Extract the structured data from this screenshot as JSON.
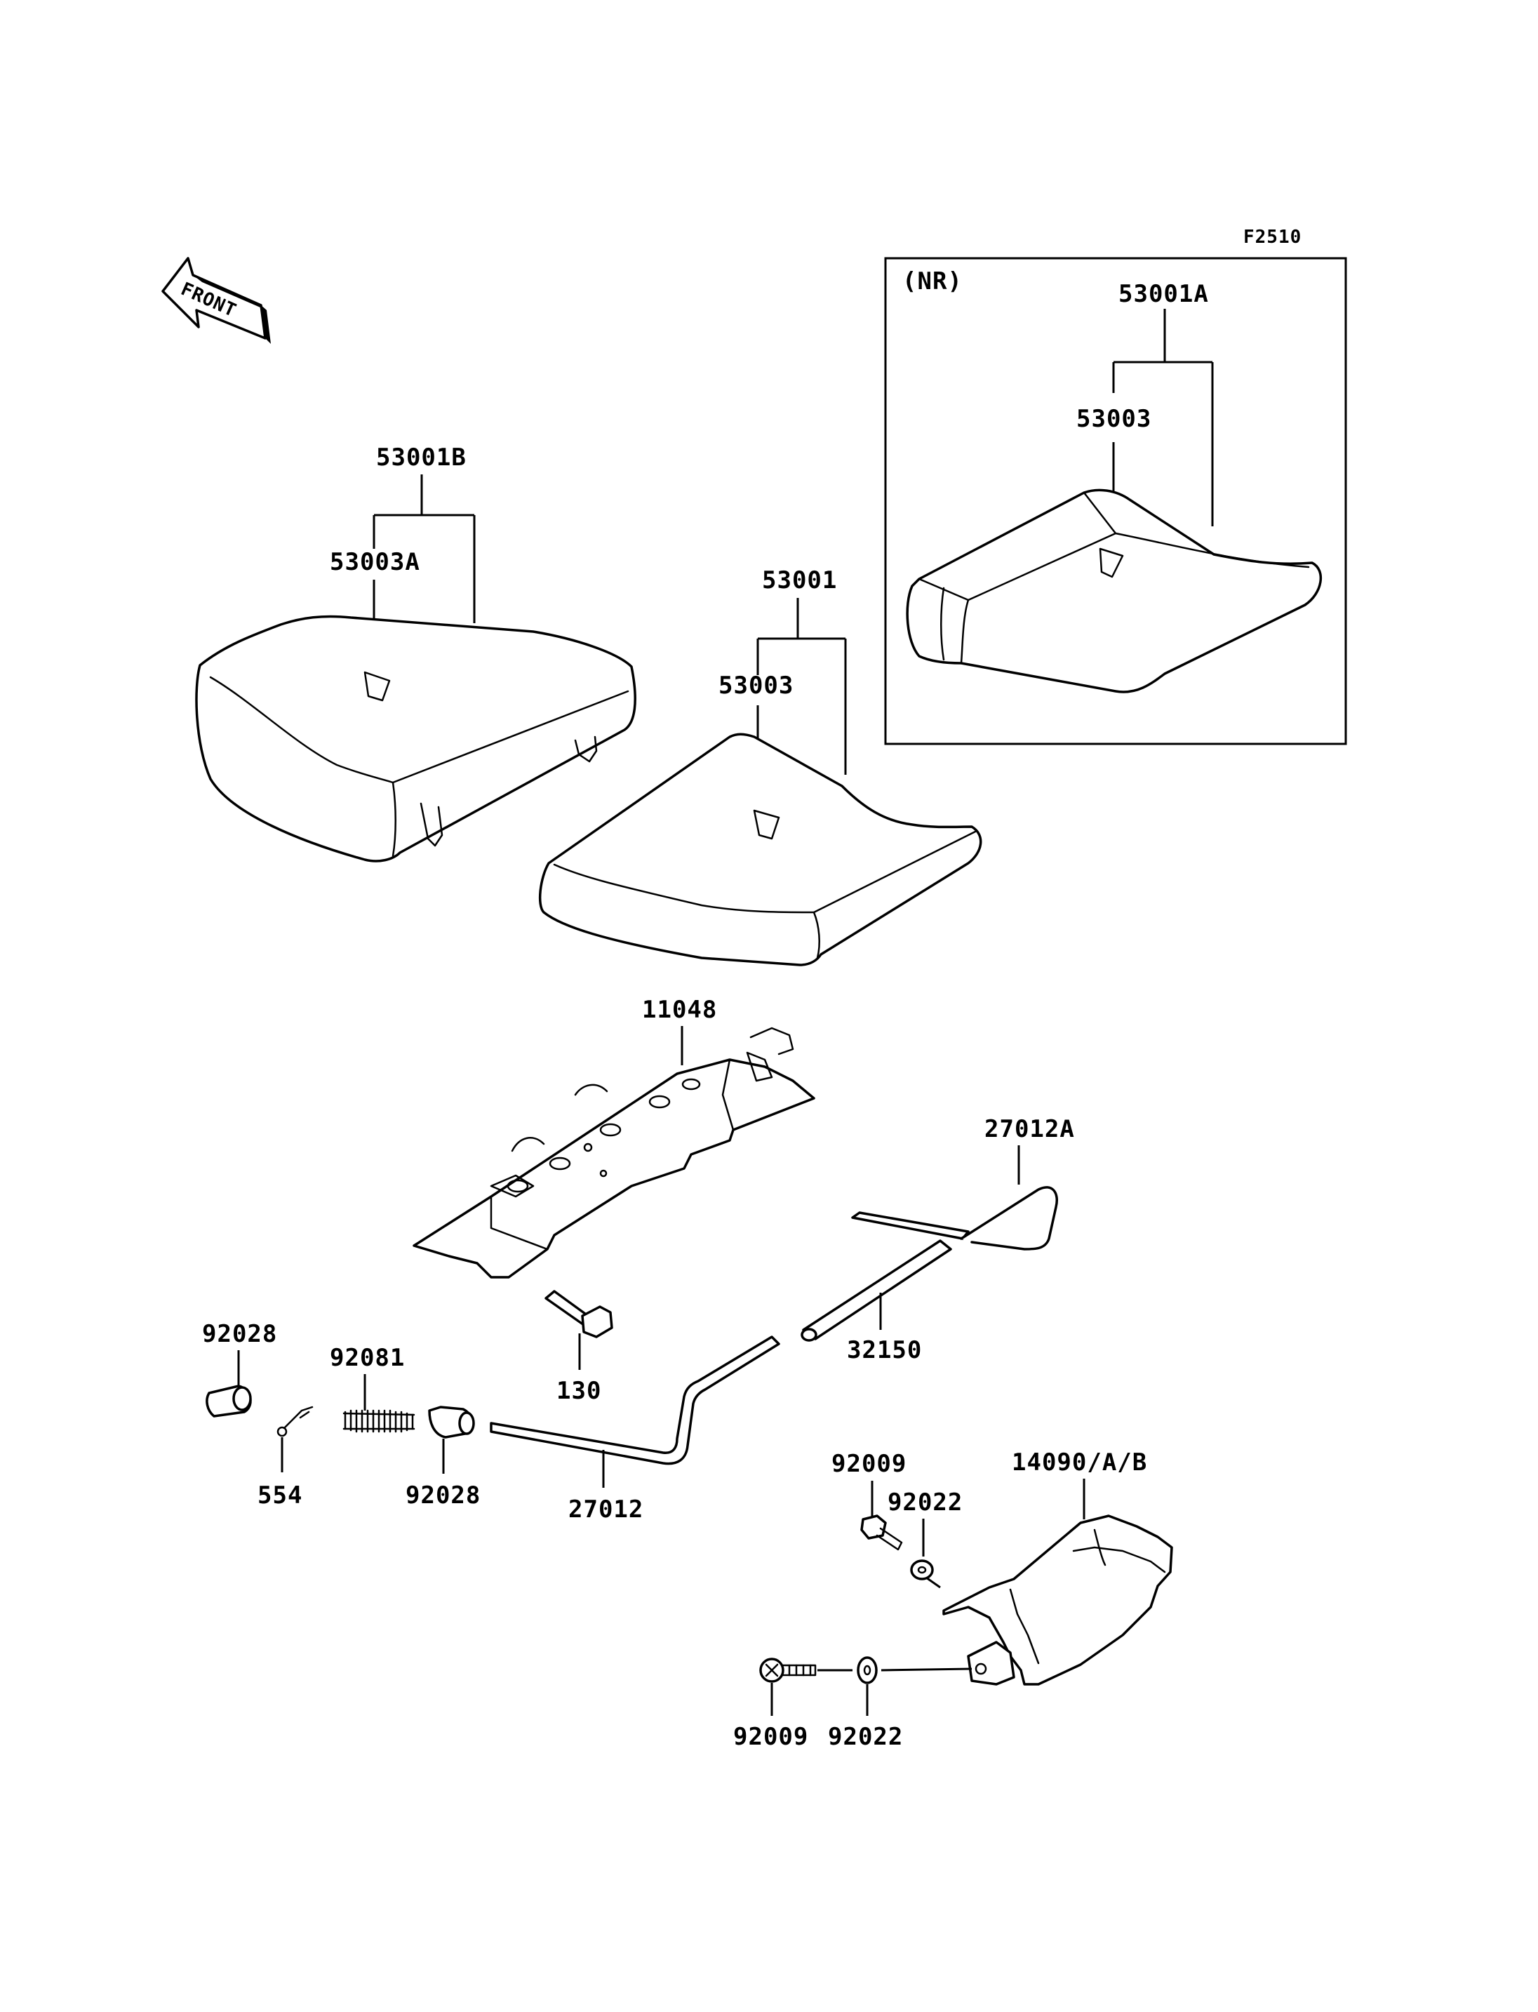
{
  "figure_code": "F2510",
  "front_label": "FRONT",
  "inset": {
    "note": "(NR)",
    "assembly": "53001A",
    "cover": "53003"
  },
  "labels": {
    "seat_front_assy": "53001B",
    "seat_front_cover": "53003A",
    "seat_rear_assy": "53001",
    "seat_rear_cover": "53003",
    "bracket": "11048",
    "bolt": "130",
    "cable_a": "27012A",
    "tube": "32150",
    "collar_left": "92028",
    "spring": "92081",
    "pin": "554",
    "collar_right": "92028",
    "cable": "27012",
    "screw_upper": "92009",
    "washer_upper": "92022",
    "cover_plate": "14090/A/B",
    "screw_lower": "92009",
    "washer_lower": "92022"
  }
}
